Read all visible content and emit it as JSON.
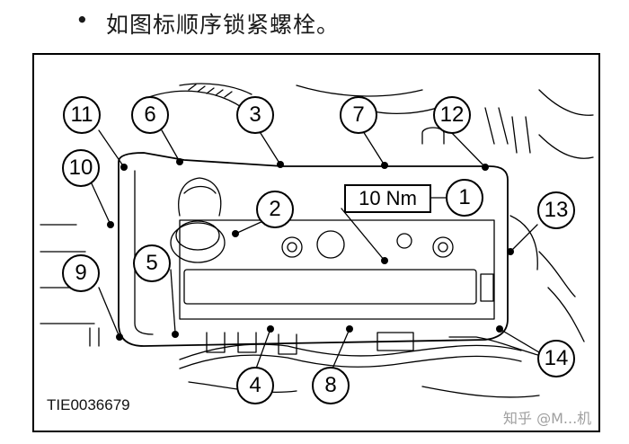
{
  "instruction": {
    "bullet": "•",
    "text": "如图标顺序锁紧螺栓。"
  },
  "figure": {
    "figure_id": "TIE0036679",
    "torque_label": "10 Nm",
    "callouts": [
      "1",
      "2",
      "3",
      "4",
      "5",
      "6",
      "7",
      "8",
      "9",
      "10",
      "11",
      "12",
      "13",
      "14"
    ]
  },
  "watermark": {
    "text": "知乎 @M...机"
  },
  "colors": {
    "line": "#000000",
    "background": "#ffffff"
  }
}
